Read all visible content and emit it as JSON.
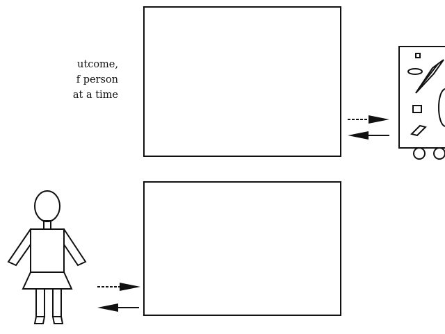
{
  "caption": {
    "lines": [
      "utcome,",
      "f person",
      "at a time"
    ]
  },
  "colors": {
    "ink": "#111111",
    "background": "#ffffff"
  },
  "icons": {
    "person": "person-figure-icon",
    "machine": "machine-terminal-icon",
    "arrow_right": "arrow-right-icon",
    "arrow_left": "arrow-left-icon"
  }
}
